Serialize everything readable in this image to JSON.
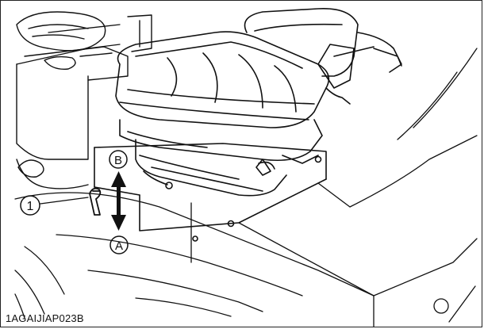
{
  "figure": {
    "code": "1AGAIJIAP023B",
    "callouts": {
      "part_1": "1",
      "dir_a": "A",
      "dir_b": "B"
    }
  }
}
